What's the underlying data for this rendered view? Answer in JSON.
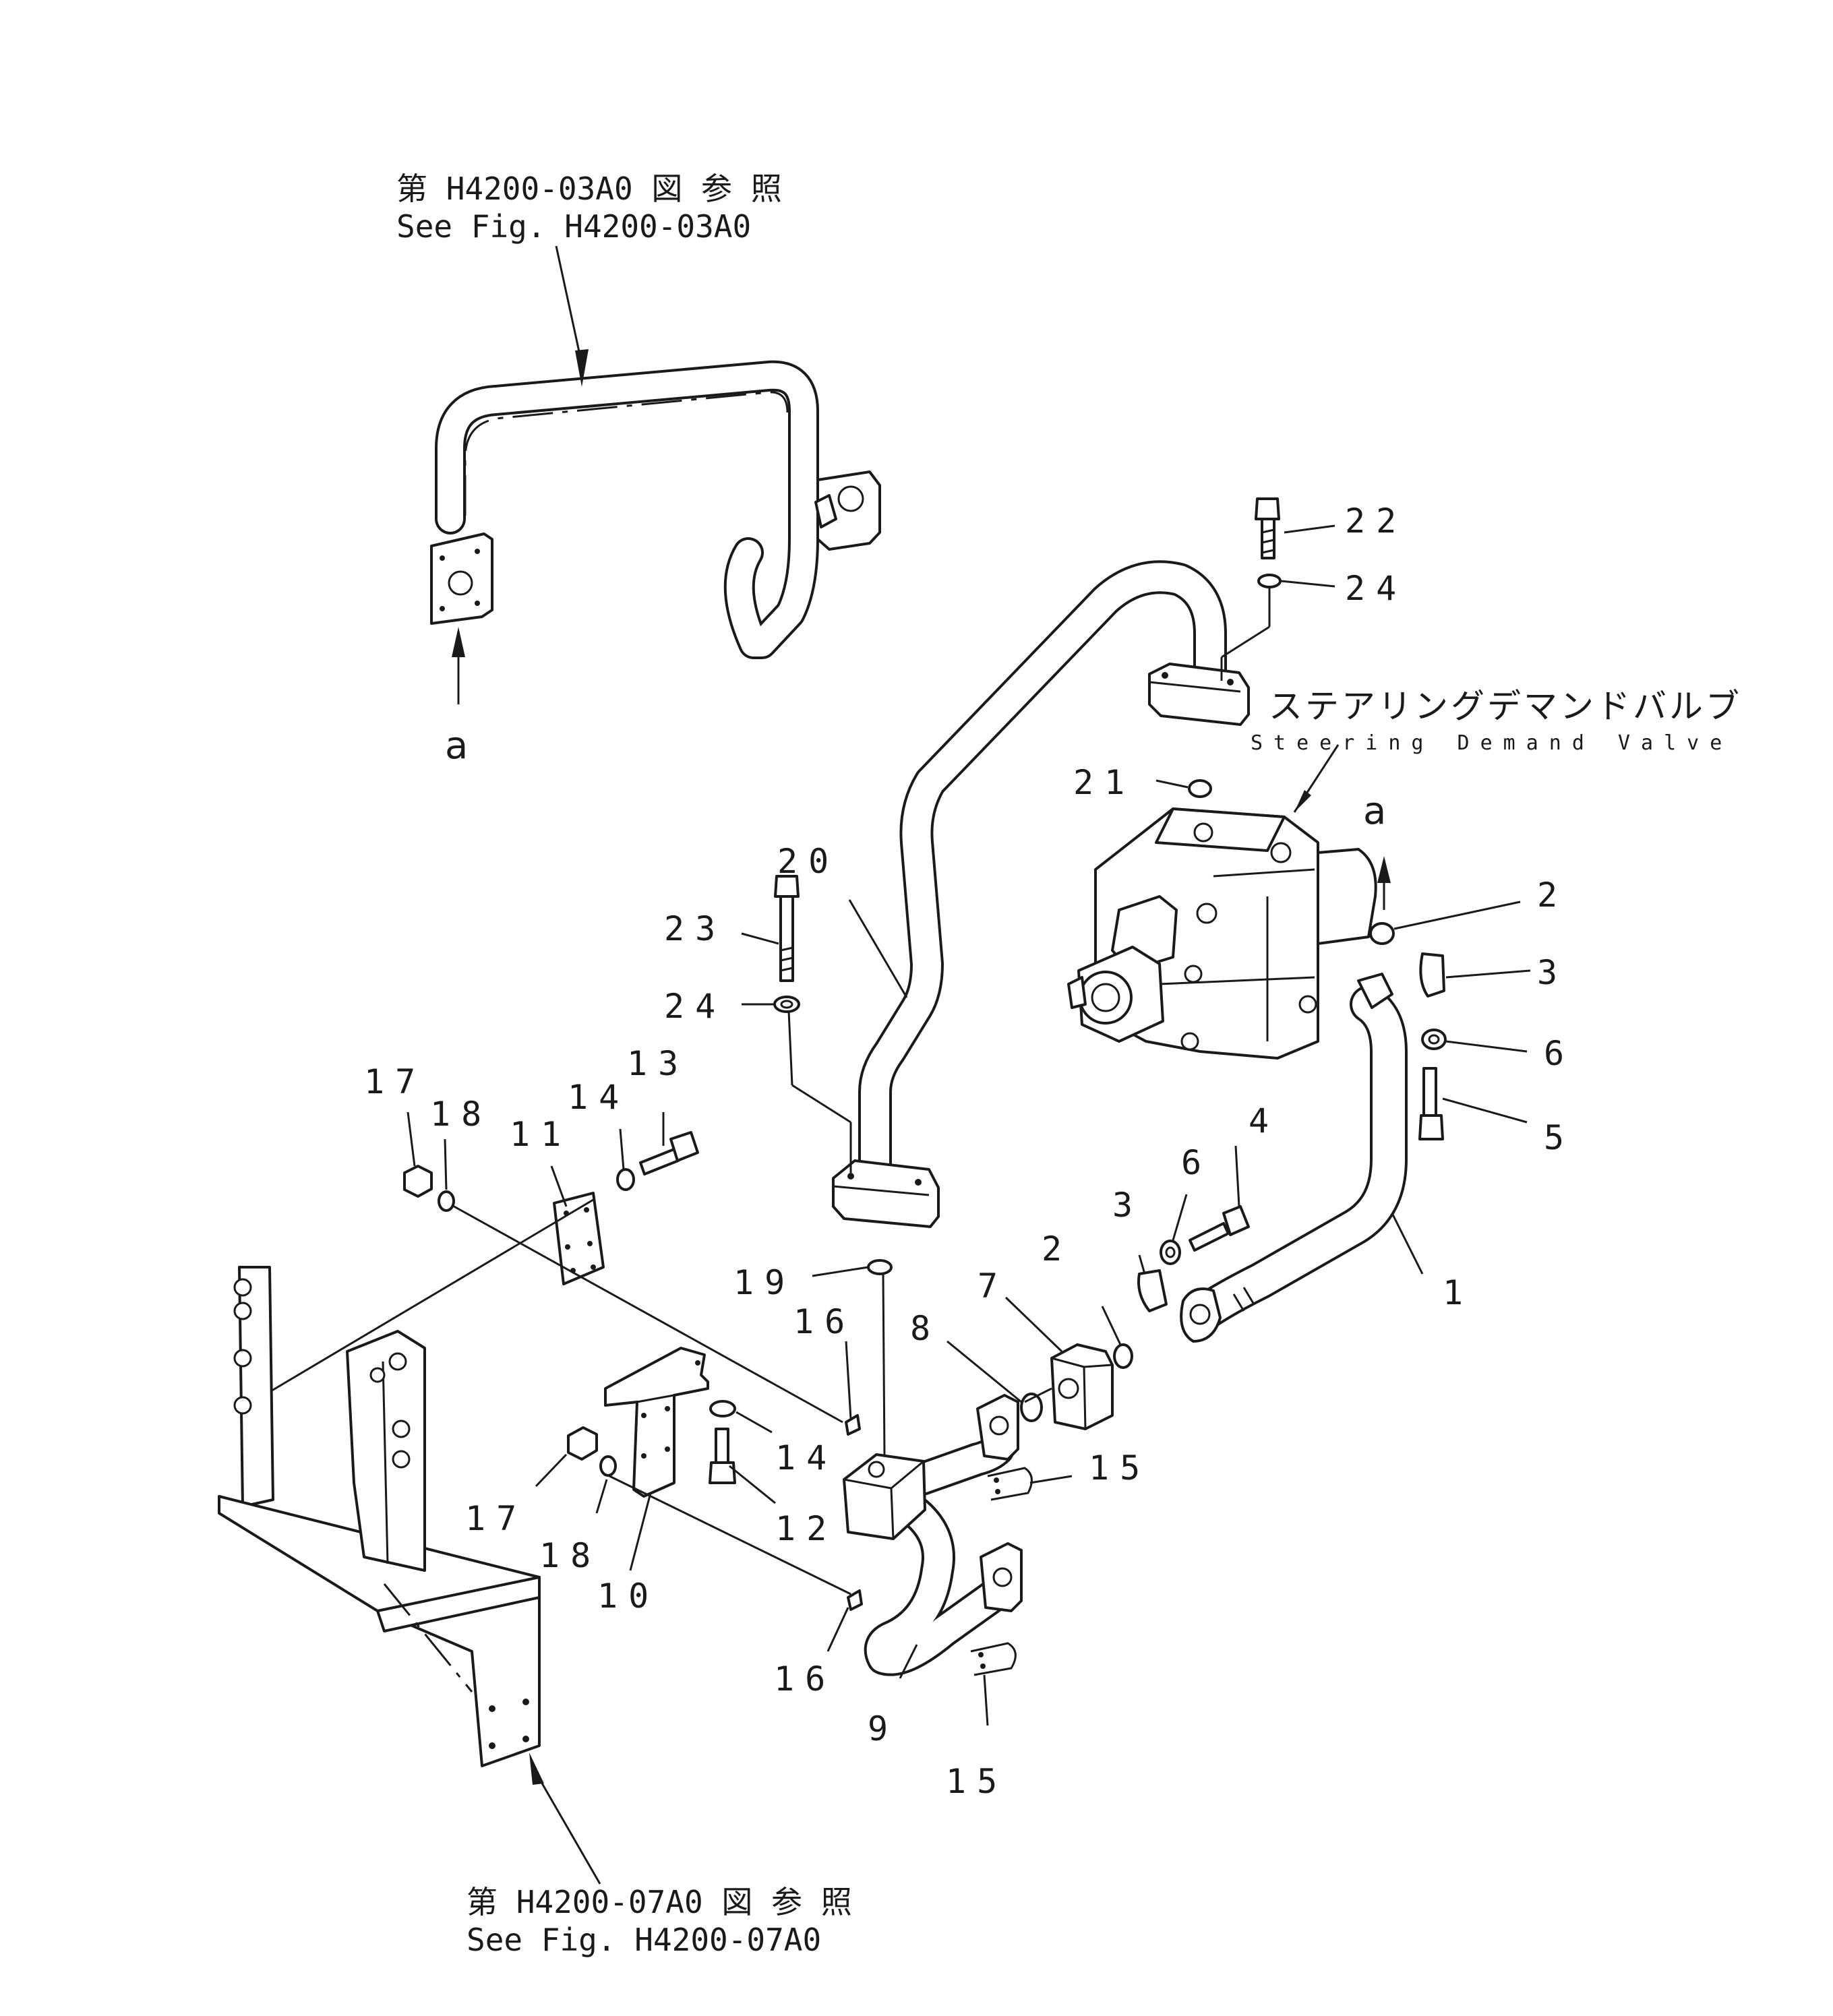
{
  "references": {
    "top": {
      "jp": "第 H4200-03A0 図 参 照",
      "en": "See Fig. H4200-03A0"
    },
    "bottom": {
      "jp": "第 H4200-07A0 図 参 照",
      "en": "See Fig. H4200-07A0"
    }
  },
  "valve": {
    "jp": "ステアリングデマンドバルブ",
    "en": "Steering Demand Valve"
  },
  "connection_marker": "a",
  "callouts": [
    {
      "id": "c1",
      "label": "1"
    },
    {
      "id": "c2a",
      "label": "2"
    },
    {
      "id": "c2b",
      "label": "2"
    },
    {
      "id": "c3a",
      "label": "3"
    },
    {
      "id": "c3b",
      "label": "3"
    },
    {
      "id": "c4",
      "label": "4"
    },
    {
      "id": "c5",
      "label": "5"
    },
    {
      "id": "c6a",
      "label": "6"
    },
    {
      "id": "c6b",
      "label": "6"
    },
    {
      "id": "c7",
      "label": "7"
    },
    {
      "id": "c8",
      "label": "8"
    },
    {
      "id": "c9",
      "label": "9"
    },
    {
      "id": "c10",
      "label": "10"
    },
    {
      "id": "c11",
      "label": "11"
    },
    {
      "id": "c12",
      "label": "12"
    },
    {
      "id": "c13",
      "label": "13"
    },
    {
      "id": "c14a",
      "label": "14"
    },
    {
      "id": "c14b",
      "label": "14"
    },
    {
      "id": "c15a",
      "label": "15"
    },
    {
      "id": "c15b",
      "label": "15"
    },
    {
      "id": "c16a",
      "label": "16"
    },
    {
      "id": "c16b",
      "label": "16"
    },
    {
      "id": "c17a",
      "label": "17"
    },
    {
      "id": "c17b",
      "label": "17"
    },
    {
      "id": "c18a",
      "label": "18"
    },
    {
      "id": "c18b",
      "label": "18"
    },
    {
      "id": "c19",
      "label": "19"
    },
    {
      "id": "c20",
      "label": "20"
    },
    {
      "id": "c21",
      "label": "21"
    },
    {
      "id": "c22",
      "label": "22"
    },
    {
      "id": "c23",
      "label": "23"
    },
    {
      "id": "c24a",
      "label": "24"
    },
    {
      "id": "c24b",
      "label": "24"
    }
  ]
}
